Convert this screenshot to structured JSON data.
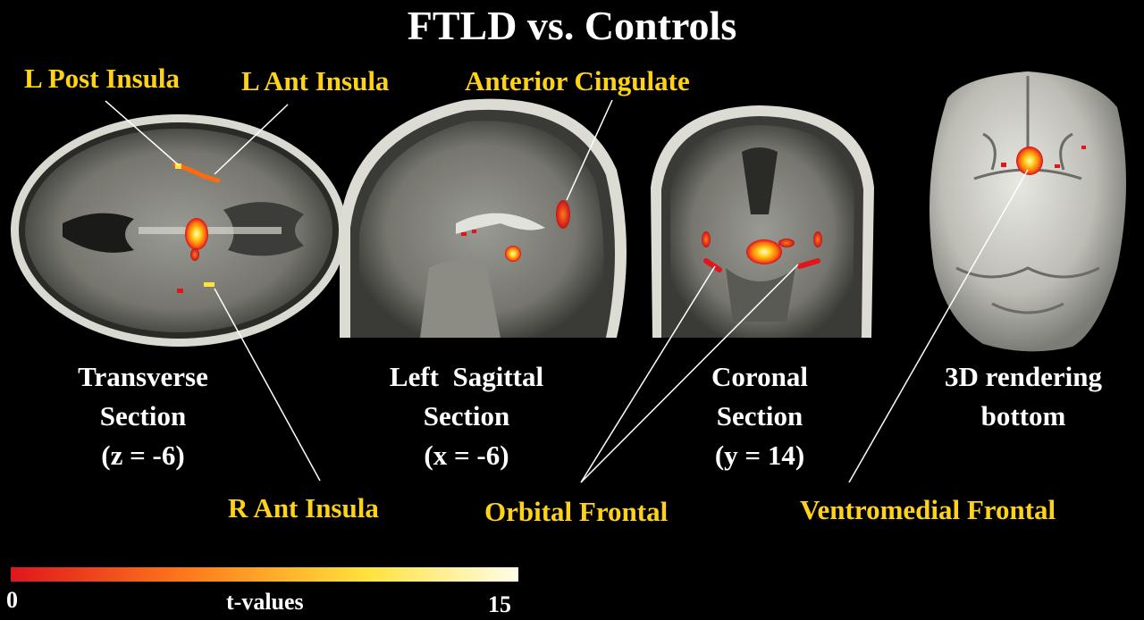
{
  "figure": {
    "title": "FTLD vs. Controls",
    "regions": {
      "l_post_insula": "L Post Insula",
      "l_ant_insula": "L Ant Insula",
      "anterior_cingulate": "Anterior Cingulate",
      "r_ant_insula": "R Ant Insula",
      "orbital_frontal": "Orbital Frontal",
      "ventromedial_frontal": "Ventromedial Frontal"
    },
    "views": {
      "transverse": "Transverse\nSection\n(z = -6)",
      "sagittal": "Left  Sagittal\nSection\n(x = -6)",
      "coronal": "Coronal\nSection\n(y = 14)",
      "rendering": "3D rendering\nbottom"
    },
    "colorbar": {
      "min_label": "0",
      "title": "t-values",
      "max_label": "15",
      "colors": [
        "#e0161c",
        "#ff7a1a",
        "#ffe23a",
        "#fffde8"
      ]
    }
  }
}
